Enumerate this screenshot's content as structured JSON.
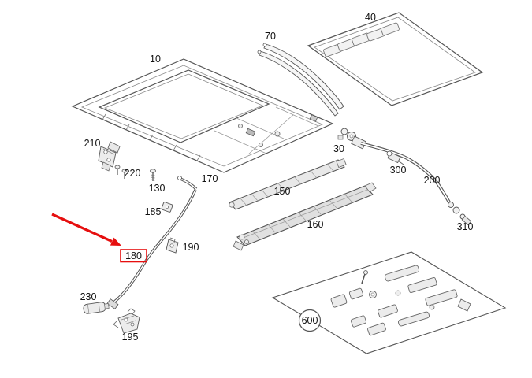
{
  "diagram": {
    "description": "Exploded parts diagram of a vehicle panorama sunroof assembly",
    "background_color": "#ffffff",
    "line_color": "#555555",
    "accent_color": "#e60f0f",
    "highlighted_part": "180",
    "labels": {
      "frame": "10",
      "glass_panel": "40",
      "deflector": "70",
      "drive": "30",
      "bracket_left": "210",
      "screws": "220",
      "screw": "130",
      "connector_tube": "170",
      "rail_upper": "150",
      "rail_lower": "160",
      "clip": "185",
      "bracket_mid": "190",
      "drain_hose_front": "180",
      "roller": "230",
      "bracket_bottom": "195",
      "connector_right": "300",
      "drain_hose_rear": "200",
      "fitting": "310",
      "repair_kit": "600"
    }
  }
}
